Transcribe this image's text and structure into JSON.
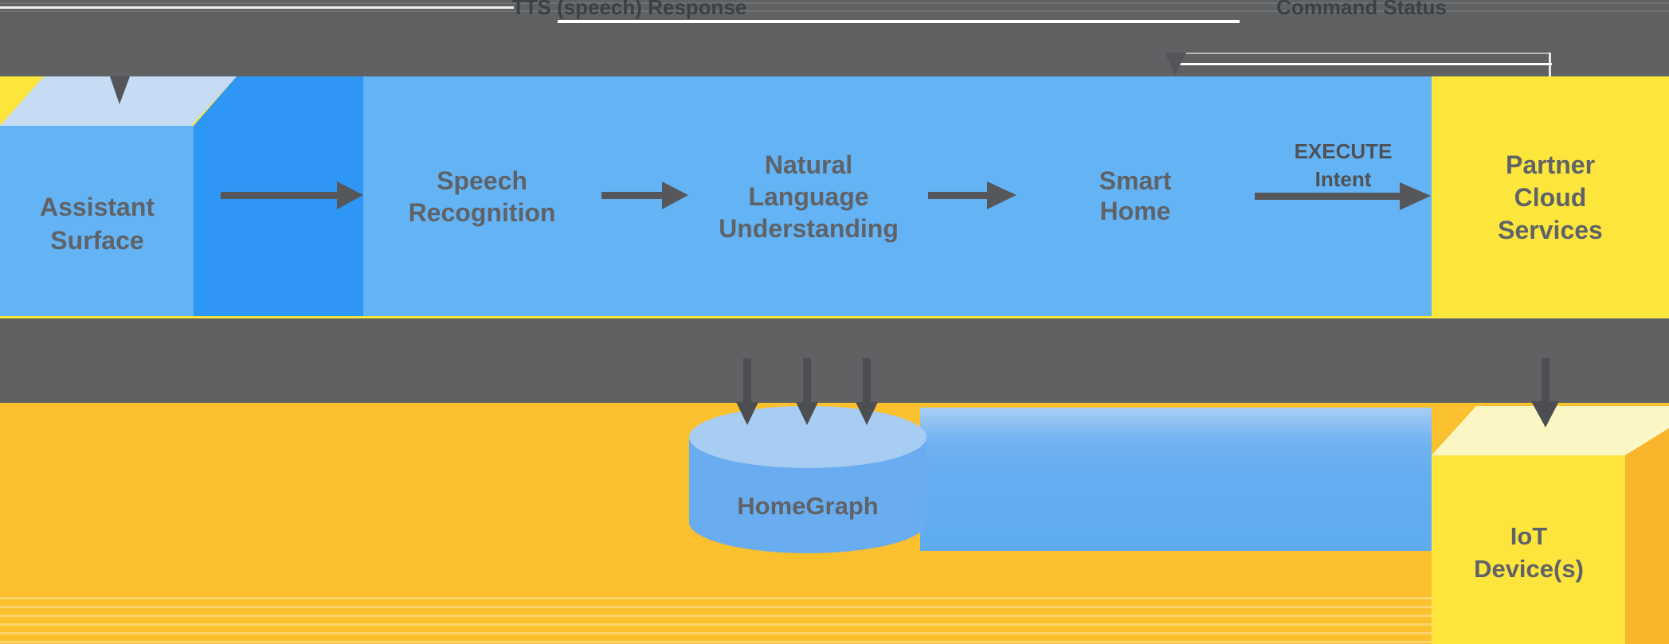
{
  "top_band": {
    "tts_label": "TTS (speech) Response",
    "command_label": "Command Status"
  },
  "pipeline": {
    "assistant_surface": "Assistant\nSurface",
    "speech_recognition": "Speech\nRecognition",
    "nlu": "Natural\nLanguage\nUnderstanding",
    "smart_home": "Smart\nHome",
    "execute_intent": "EXECUTE\nIntent",
    "partner_cloud": "Partner\nCloud\nServices"
  },
  "storage": {
    "home_graph": "HomeGraph"
  },
  "devices": {
    "iot": "IoT\nDevice(s)"
  },
  "palette": {
    "band_gray": "#606163",
    "panel_blue": "#64b3f4",
    "side_blue": "#2e97f5",
    "box_top_blue": "#c6dbf4",
    "bright_yellow": "#fde63c",
    "amber_background": "#fbc02d",
    "iot_top_yellow": "#fcf6c5",
    "iot_side_orange": "#f6b52b",
    "cylinder_blue": "#69adf0",
    "cylinder_top_blue": "#a8cdf2",
    "arrow_gray": "#56575a",
    "text_gray": "#5f6368"
  }
}
